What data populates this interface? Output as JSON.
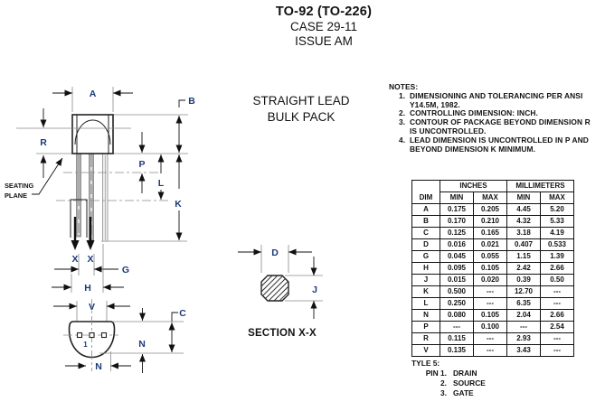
{
  "header": {
    "title": "TO-92 (TO-226)",
    "case_line": "CASE 29-11",
    "issue_line": "ISSUE AM"
  },
  "pack": {
    "line1": "STRAIGHT LEAD",
    "line2": "BULK PACK"
  },
  "notes": {
    "heading": "NOTES:",
    "items": [
      {
        "num": "1.",
        "lines": [
          "DIMENSIONING AND TOLERANCING PER ANSI",
          "Y14.5M, 1982."
        ]
      },
      {
        "num": "2.",
        "lines": [
          "CONTROLLING DIMENSION: INCH.",
          ""
        ]
      },
      {
        "num": "3.",
        "lines": [
          "CONTOUR OF PACKAGE BEYOND DIMENSION R",
          "IS UNCONTROLLED."
        ]
      },
      {
        "num": "4.",
        "lines": [
          "LEAD DIMENSION IS UNCONTROLLED IN P AND",
          "BEYOND DIMENSION K MINIMUM."
        ]
      }
    ]
  },
  "dim_table": {
    "col_dim": "DIM",
    "group_inches": "INCHES",
    "group_mm": "MILLIMETERS",
    "min": "MIN",
    "max": "MAX",
    "rows": [
      {
        "dim": "A",
        "in_min": "0.175",
        "in_max": "0.205",
        "mm_min": "4.45",
        "mm_max": "5.20"
      },
      {
        "dim": "B",
        "in_min": "0.170",
        "in_max": "0.210",
        "mm_min": "4.32",
        "mm_max": "5.33"
      },
      {
        "dim": "C",
        "in_min": "0.125",
        "in_max": "0.165",
        "mm_min": "3.18",
        "mm_max": "4.19"
      },
      {
        "dim": "D",
        "in_min": "0.016",
        "in_max": "0.021",
        "mm_min": "0.407",
        "mm_max": "0.533"
      },
      {
        "dim": "G",
        "in_min": "0.045",
        "in_max": "0.055",
        "mm_min": "1.15",
        "mm_max": "1.39"
      },
      {
        "dim": "H",
        "in_min": "0.095",
        "in_max": "0.105",
        "mm_min": "2.42",
        "mm_max": "2.66"
      },
      {
        "dim": "J",
        "in_min": "0.015",
        "in_max": "0.020",
        "mm_min": "0.39",
        "mm_max": "0.50"
      },
      {
        "dim": "K",
        "in_min": "0.500",
        "in_max": "---",
        "mm_min": "12.70",
        "mm_max": "---"
      },
      {
        "dim": "L",
        "in_min": "0.250",
        "in_max": "---",
        "mm_min": "6.35",
        "mm_max": "---"
      },
      {
        "dim": "N",
        "in_min": "0.080",
        "in_max": "0.105",
        "mm_min": "2.04",
        "mm_max": "2.66"
      },
      {
        "dim": "P",
        "in_min": "---",
        "in_max": "0.100",
        "mm_min": "---",
        "mm_max": "2.54"
      },
      {
        "dim": "R",
        "in_min": "0.115",
        "in_max": "---",
        "mm_min": "2.93",
        "mm_max": "---"
      },
      {
        "dim": "V",
        "in_min": "0.135",
        "in_max": "---",
        "mm_min": "3.43",
        "mm_max": "---"
      }
    ]
  },
  "style5": {
    "title": "TYLE 5:",
    "pins": [
      {
        "num": "PIN 1.",
        "label": "DRAIN"
      },
      {
        "num": "2.",
        "label": "SOURCE"
      },
      {
        "num": "3.",
        "label": "GATE"
      }
    ]
  },
  "drawing": {
    "front": {
      "a": "A",
      "b": "B",
      "r": "R",
      "p": "P",
      "l": "L",
      "k": "K",
      "x1": "X",
      "x2": "X",
      "g": "G",
      "h": "H",
      "seating1": "SEATING",
      "seating2": "PLANE"
    },
    "bottom": {
      "v": "V",
      "c": "C",
      "n_side": "N",
      "n_bottom": "N",
      "pin1": "1"
    },
    "section": {
      "d": "D",
      "j": "J",
      "caption": "SECTION X-X"
    }
  },
  "colors": {
    "label_blue": "#1c3a7a",
    "line_gray": "#8a8a8a",
    "ink": "#111111"
  }
}
